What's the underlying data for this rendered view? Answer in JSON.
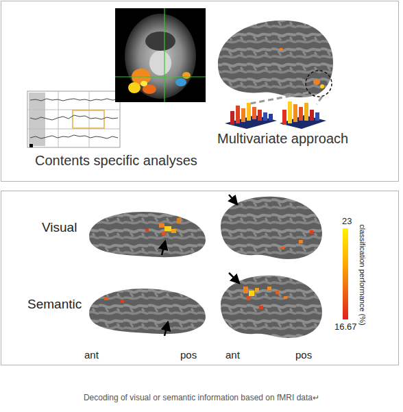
{
  "diagram": {
    "caption": "Decoding of visual or semantic information based on fMRI data↵",
    "nodes": [
      {
        "text": [
          "Contents specific analyses",
          "Multivariate approach"
        ]
      },
      {
        "text": [
          "Visual",
          "Semantic",
          "ant",
          "pos",
          "ant",
          "pos",
          "23",
          "16.67",
          "classification performance (%)"
        ]
      }
    ]
  }
}
